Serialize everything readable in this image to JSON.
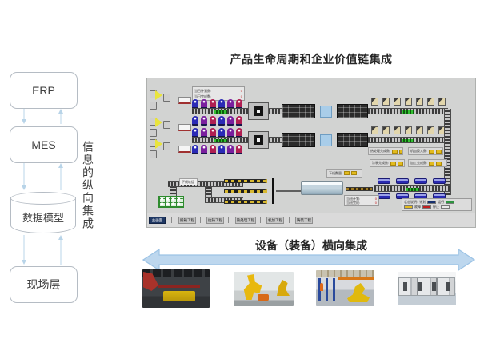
{
  "title": "产品生命周期和企业价值链集成",
  "left_stack": {
    "vertical_label": "信息的纵向集成",
    "nodes": [
      {
        "label": "ERP"
      },
      {
        "label": "MES"
      },
      {
        "label": "数据模型"
      },
      {
        "label": "现场层"
      }
    ]
  },
  "scada": {
    "info_panel": {
      "rows": [
        {
          "label": "当日计划数:",
          "value": "0"
        },
        {
          "label": "当日完成数:",
          "value": "0"
        }
      ]
    },
    "station_labels": [
      {
        "label": "热处理完成数:"
      },
      {
        "label": "机加投入数:"
      },
      {
        "label": "涂装完成数:"
      },
      {
        "label": "加工完成数:"
      },
      {
        "label": "下线数量:"
      }
    ],
    "transfer_label": "下线转运",
    "counter_box": {
      "rows": [
        {
          "label": "当班计划:",
          "value": "0"
        },
        {
          "label": "当班完成:",
          "value": "0"
        }
      ]
    },
    "legend": {
      "title": "状态说明:",
      "items": [
        {
          "label": "计划",
          "color": "#16306e"
        },
        {
          "label": "运行",
          "color": "#2d9440"
        },
        {
          "label": "待机",
          "color": "#e3bb1d"
        },
        {
          "label": "故障",
          "color": "#c22020"
        },
        {
          "label": "停止",
          "color": "#e8e8e8"
        }
      ]
    },
    "nav_buttons": [
      {
        "label": "主画面"
      },
      {
        "label": "搬箱工程"
      },
      {
        "label": "拉铸工程"
      },
      {
        "label": "热处理工程"
      },
      {
        "label": "机加工程"
      },
      {
        "label": "铸装工程"
      }
    ]
  },
  "horizontal_arrow": {
    "label": "设备（装备）横向集成",
    "fill": "#bdd7ee",
    "stroke": "#9cc3e5"
  },
  "photos": [
    {
      "name": "stamping-press"
    },
    {
      "name": "yellow-robot"
    },
    {
      "name": "assembly-line"
    },
    {
      "name": "cnc-machines"
    }
  ]
}
